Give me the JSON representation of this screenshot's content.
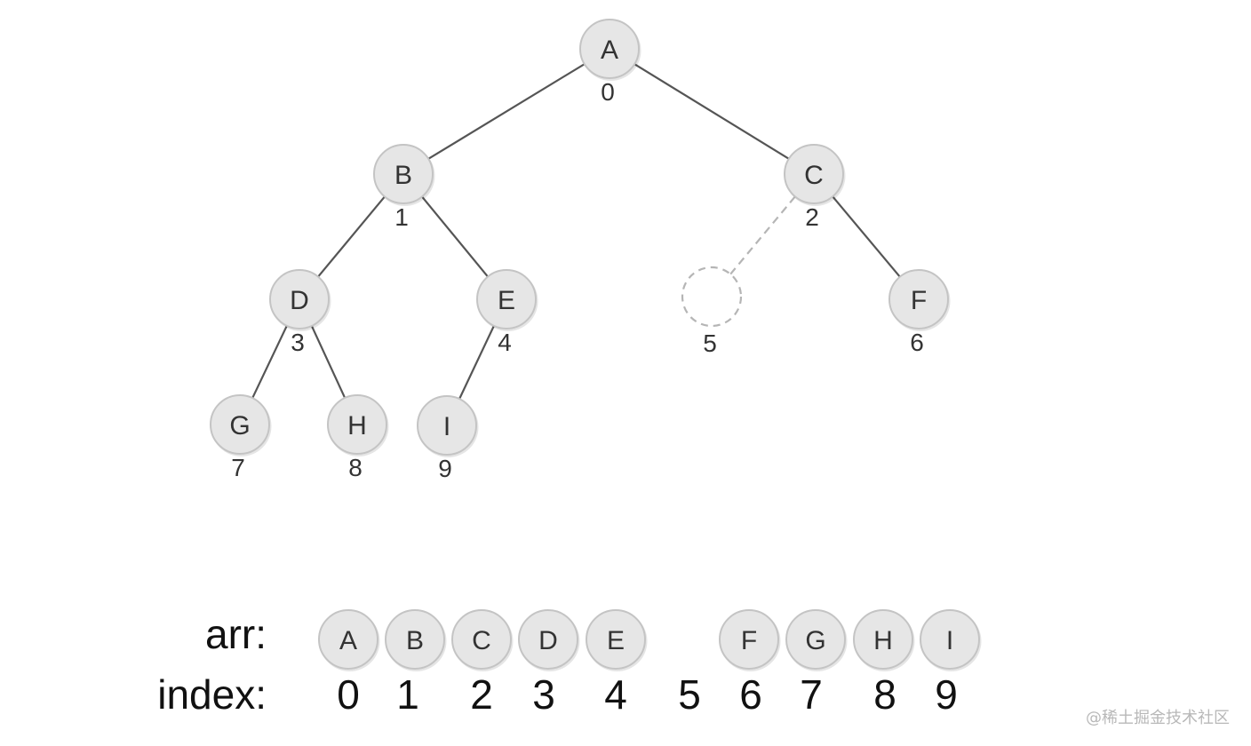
{
  "tree": {
    "nodes": [
      {
        "id": "A",
        "label": "A",
        "index": "0",
        "empty": false
      },
      {
        "id": "B",
        "label": "B",
        "index": "1",
        "empty": false
      },
      {
        "id": "C",
        "label": "C",
        "index": "2",
        "empty": false
      },
      {
        "id": "D",
        "label": "D",
        "index": "3",
        "empty": false
      },
      {
        "id": "E",
        "label": "E",
        "index": "4",
        "empty": false
      },
      {
        "id": "N5",
        "label": "",
        "index": "5",
        "empty": true
      },
      {
        "id": "F",
        "label": "F",
        "index": "6",
        "empty": false
      },
      {
        "id": "G",
        "label": "G",
        "index": "7",
        "empty": false
      },
      {
        "id": "H",
        "label": "H",
        "index": "8",
        "empty": false
      },
      {
        "id": "I",
        "label": "I",
        "index": "9",
        "empty": false
      }
    ],
    "edges": [
      {
        "from": "A",
        "to": "B",
        "dashed": false
      },
      {
        "from": "A",
        "to": "C",
        "dashed": false
      },
      {
        "from": "B",
        "to": "D",
        "dashed": false
      },
      {
        "from": "B",
        "to": "E",
        "dashed": false
      },
      {
        "from": "C",
        "to": "N5",
        "dashed": true
      },
      {
        "from": "C",
        "to": "F",
        "dashed": false
      },
      {
        "from": "D",
        "to": "G",
        "dashed": false
      },
      {
        "from": "D",
        "to": "H",
        "dashed": false
      },
      {
        "from": "E",
        "to": "I",
        "dashed": false
      }
    ]
  },
  "array": {
    "arr_label": "arr:",
    "index_label": "index:",
    "cells": [
      {
        "value": "A",
        "index": "0"
      },
      {
        "value": "B",
        "index": "1"
      },
      {
        "value": "C",
        "index": "2"
      },
      {
        "value": "D",
        "index": "3"
      },
      {
        "value": "E",
        "index": "4"
      },
      {
        "value": "",
        "index": "5"
      },
      {
        "value": "F",
        "index": "6"
      },
      {
        "value": "G",
        "index": "7"
      },
      {
        "value": "H",
        "index": "8"
      },
      {
        "value": "I",
        "index": "9"
      }
    ]
  },
  "watermark": "@稀土掘金技术社区",
  "colors": {
    "node_fill": "#e6e6e6",
    "node_stroke": "#c4c4c4",
    "edge": "#555555",
    "dashed": "#b5b5b5",
    "text": "#333333"
  }
}
